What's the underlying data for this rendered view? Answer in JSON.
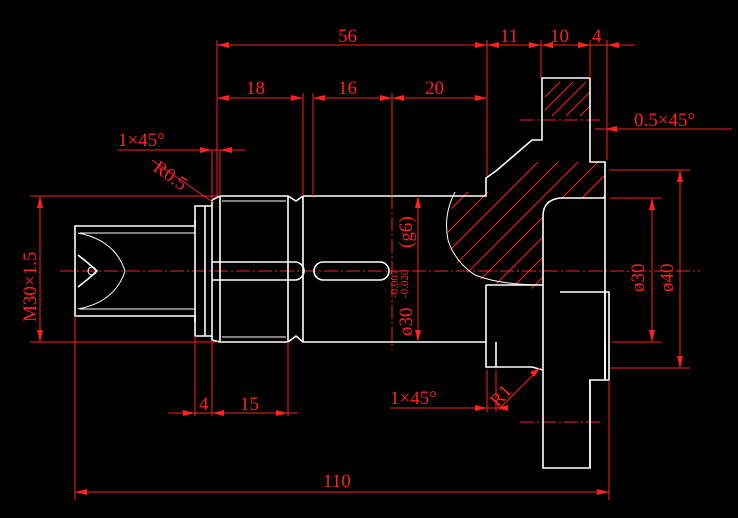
{
  "colors": {
    "background": "#000000",
    "outline": "#ffffff",
    "dimension": "#ff2020"
  },
  "dimensions": {
    "overall_length": "110",
    "length_56": "56",
    "length_11": "11",
    "length_10": "10",
    "length_4_top": "4",
    "length_18": "18",
    "length_16": "16",
    "length_20": "20",
    "length_4_bottom": "4",
    "length_15": "15",
    "chamfer_left": "1×45°",
    "chamfer_right": "1×45°",
    "chamfer_flange": "0.5×45°",
    "radius_small": "R0.5",
    "radius_one": "R1",
    "thread": "M30×1.5",
    "dia_30g6": "ø30",
    "fit_g6": "(g6)",
    "tol_upper": "-0.007",
    "tol_lower": "-0.020",
    "dia_30": "ø30",
    "dia_40": "ø40"
  }
}
